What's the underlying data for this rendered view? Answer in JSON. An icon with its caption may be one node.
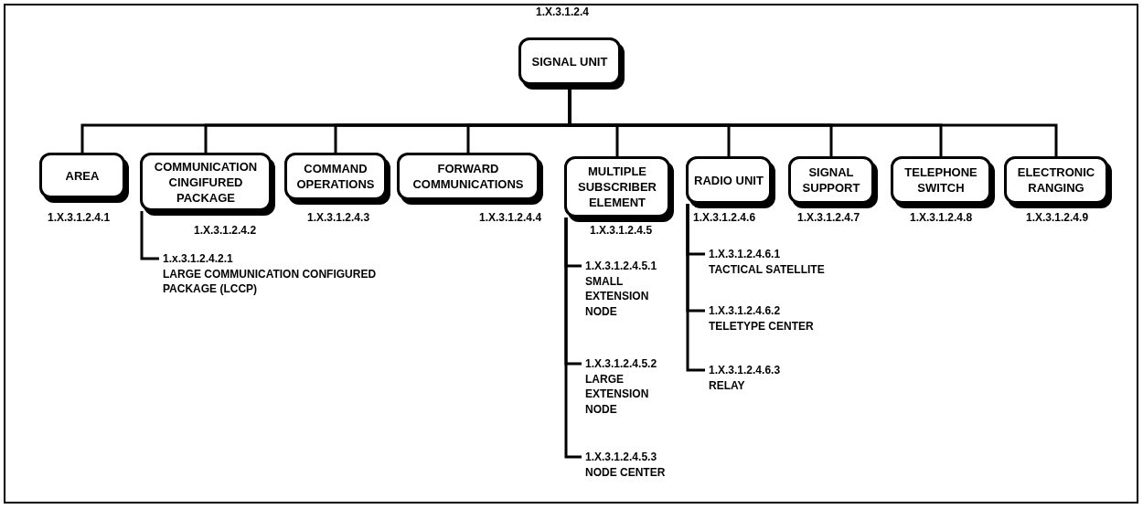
{
  "diagram": {
    "nodes": [
      {
        "text": [
          "SIGNAL UNIT"
        ],
        "beside": [
          "1.X.3.1.2.4"
        ]
      },
      {
        "text": [
          "AREA"
        ],
        "beside": [
          "1.X.3.1.2.4.1"
        ]
      },
      {
        "text": [
          "COMMUNICATION CINGIFURED PACKAGE"
        ],
        "beside": [
          "1.X.3.1.2.4.2"
        ]
      },
      {
        "text": [
          "COMMAND OPERATIONS"
        ],
        "beside": [
          "1.X.3.1.2.4.3"
        ]
      },
      {
        "text": [
          "FORWARD COMMUNICATIONS"
        ],
        "beside": [
          "1.X.3.1.2.4.4"
        ]
      },
      {
        "text": [
          "MULTIPLE SUBSCRIBER ELEMENT"
        ],
        "beside": [
          "1.X.3.1.2.4.5"
        ]
      },
      {
        "text": [
          "RADIO UNIT"
        ],
        "beside": [
          "1.X.3.1.2.4.6"
        ]
      },
      {
        "text": [
          "SIGNAL SUPPORT"
        ],
        "beside": [
          "1.X.3.1.2.4.7"
        ]
      },
      {
        "text": [
          "TELEPHONE SWITCH"
        ],
        "beside": [
          "1.X.3.1.2.4.8"
        ]
      },
      {
        "text": [
          "ELECTRONIC RANGING"
        ],
        "beside": [
          "1.X.3.1.2.4.9"
        ]
      },
      {
        "text": [
          "1.x.3.1.2.4.2.1",
          "LARGE COMMUNICATION CONFIGURED PACKAGE (LCCP)"
        ]
      },
      {
        "text": [
          "1.X.3.1.2.4.5.1",
          "SMALL EXTENSION NODE"
        ]
      },
      {
        "text": [
          "1.X.3.1.2.4.5.2",
          "LARGE EXTENSION NODE"
        ]
      },
      {
        "text": [
          "1.X.3.1.2.4.5.3",
          "NODE CENTER"
        ]
      },
      {
        "text": [
          "1.X.3.1.2.4.6.1",
          "TACTICAL SATELLITE"
        ]
      },
      {
        "text": [
          "1.X.3.1.2.4.6.2",
          "TELETYPE CENTER"
        ]
      },
      {
        "text": [
          "1.X.3.1.2.4.6.3",
          "RELAY"
        ]
      }
    ],
    "edges": [
      {
        "from": 0,
        "to": 1,
        "arrow": "none"
      },
      {
        "from": 0,
        "to": 2,
        "arrow": "none"
      },
      {
        "from": 0,
        "to": 3,
        "arrow": "none"
      },
      {
        "from": 0,
        "to": 4,
        "arrow": "none"
      },
      {
        "from": 0,
        "to": 5,
        "arrow": "none"
      },
      {
        "from": 0,
        "to": 6,
        "arrow": "none"
      },
      {
        "from": 0,
        "to": 7,
        "arrow": "none"
      },
      {
        "from": 0,
        "to": 8,
        "arrow": "none"
      },
      {
        "from": 0,
        "to": 9,
        "arrow": "none"
      },
      {
        "from": 2,
        "to": 10,
        "arrow": "none"
      },
      {
        "from": 5,
        "to": 11,
        "arrow": "none"
      },
      {
        "from": 5,
        "to": 12,
        "arrow": "none"
      },
      {
        "from": 5,
        "to": 13,
        "arrow": "none"
      },
      {
        "from": 6,
        "to": 14,
        "arrow": "none"
      },
      {
        "from": 6,
        "to": 15,
        "arrow": "none"
      },
      {
        "from": 6,
        "to": 16,
        "arrow": "none"
      }
    ]
  }
}
